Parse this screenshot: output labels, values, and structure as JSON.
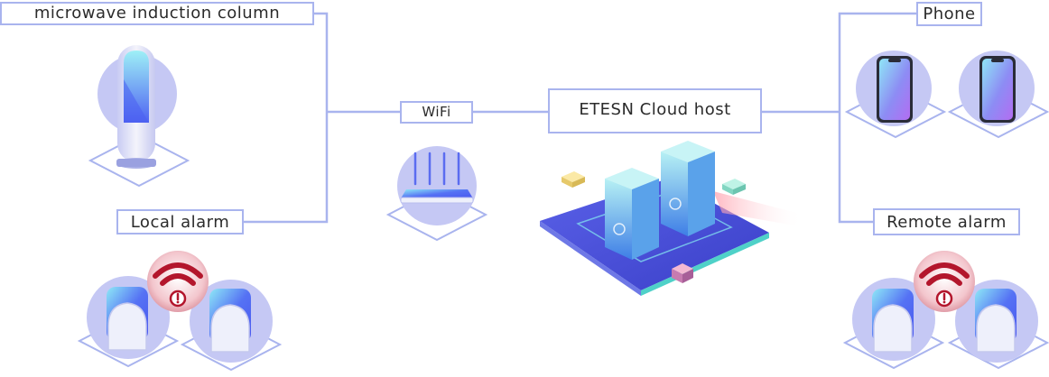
{
  "labels": {
    "microwave": "microwave induction column",
    "local_alarm": "Local alarm",
    "wifi": "WiFi",
    "cloud": "ETESN Cloud host",
    "phone": "Phone",
    "remote_alarm": "Remote alarm"
  },
  "colors": {
    "connector": "#a9b4ee",
    "platform": "#7f8fe8",
    "accent": "#5b6cf0",
    "alarm": "#b3162c",
    "device_gradient_top": "#8ee6f7",
    "device_gradient_bottom": "#5a5cf0"
  },
  "icons": [
    "microwave-column-icon",
    "router-icon",
    "cloud-server-icon",
    "phone-icon",
    "alarm-device-icon",
    "wifi-alarm-icon"
  ]
}
